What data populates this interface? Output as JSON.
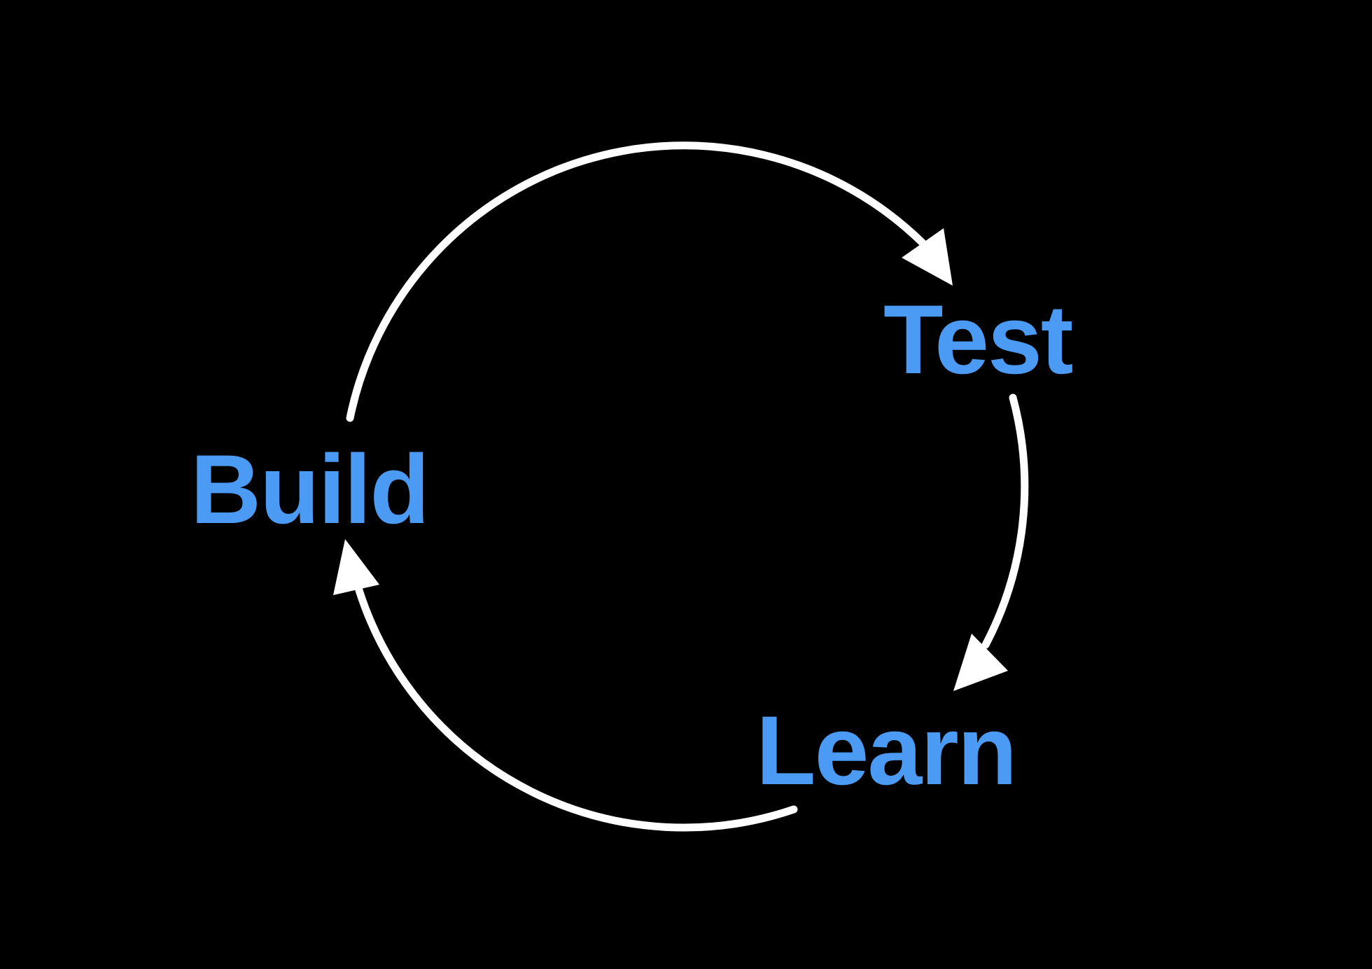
{
  "diagram": {
    "type": "cycle",
    "background_color": "#000000",
    "arrow_color": "#FFFFFF",
    "label_color": "#4B9BF5",
    "nodes": [
      {
        "id": "build",
        "label": "Build"
      },
      {
        "id": "test",
        "label": "Test"
      },
      {
        "id": "learn",
        "label": "Learn"
      }
    ],
    "edges": [
      {
        "from": "Build",
        "to": "Test"
      },
      {
        "from": "Test",
        "to": "Learn"
      },
      {
        "from": "Learn",
        "to": "Build"
      }
    ]
  }
}
